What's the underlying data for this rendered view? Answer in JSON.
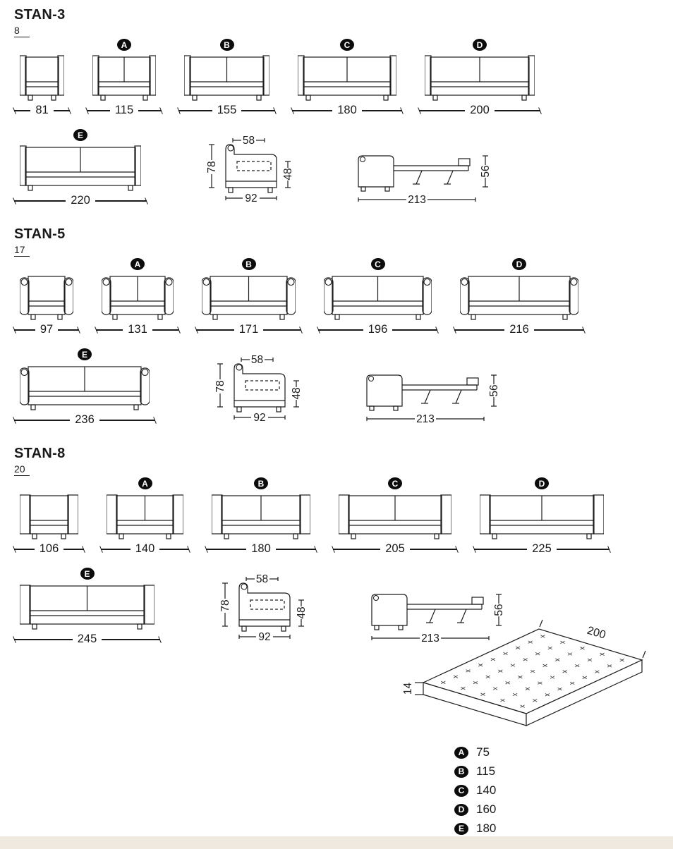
{
  "meta": {
    "bg": "#ffffff",
    "line_color": "#1c1c1c",
    "footer_color": "#efe9e0",
    "badge_color": "#0c0c0c"
  },
  "sections": [
    {
      "title": "STAN-3",
      "index": "8",
      "arm_style": "thin",
      "front_sofas": [
        {
          "label": "",
          "width_cm": 81
        },
        {
          "label": "A",
          "width_cm": 115
        },
        {
          "label": "B",
          "width_cm": 155
        },
        {
          "label": "C",
          "width_cm": 180
        },
        {
          "label": "D",
          "width_cm": 200
        }
      ],
      "sofa_e": {
        "label": "E",
        "width_cm": 220
      },
      "side_closed": {
        "top_cm": 58,
        "height_cm": 78,
        "depth_cm": 92,
        "seat_height_cm": 48
      },
      "side_open": {
        "length_cm": 213,
        "height_cm": 56
      }
    },
    {
      "title": "STAN-5",
      "index": "17",
      "arm_style": "round",
      "front_sofas": [
        {
          "label": "",
          "width_cm": 97
        },
        {
          "label": "A",
          "width_cm": 131
        },
        {
          "label": "B",
          "width_cm": 171
        },
        {
          "label": "C",
          "width_cm": 196
        },
        {
          "label": "D",
          "width_cm": 216
        }
      ],
      "sofa_e": {
        "label": "E",
        "width_cm": 236
      },
      "side_closed": {
        "top_cm": 58,
        "height_cm": 78,
        "depth_cm": 92,
        "seat_height_cm": 48
      },
      "side_open": {
        "length_cm": 213,
        "height_cm": 56
      }
    },
    {
      "title": "STAN-8",
      "index": "20",
      "arm_style": "square",
      "front_sofas": [
        {
          "label": "",
          "width_cm": 106
        },
        {
          "label": "A",
          "width_cm": 140
        },
        {
          "label": "B",
          "width_cm": 180
        },
        {
          "label": "C",
          "width_cm": 205
        },
        {
          "label": "D",
          "width_cm": 225
        }
      ],
      "sofa_e": {
        "label": "E",
        "width_cm": 245
      },
      "side_closed": {
        "top_cm": 58,
        "height_cm": 78,
        "depth_cm": 92,
        "seat_height_cm": 48
      },
      "side_open": {
        "length_cm": 213,
        "height_cm": 56
      }
    }
  ],
  "mattress": {
    "thickness_cm": 14,
    "length_cm": 200,
    "widths": [
      {
        "label": "A",
        "value": 75
      },
      {
        "label": "B",
        "value": 115
      },
      {
        "label": "C",
        "value": 140
      },
      {
        "label": "D",
        "value": 160
      },
      {
        "label": "E",
        "value": 180
      }
    ]
  }
}
